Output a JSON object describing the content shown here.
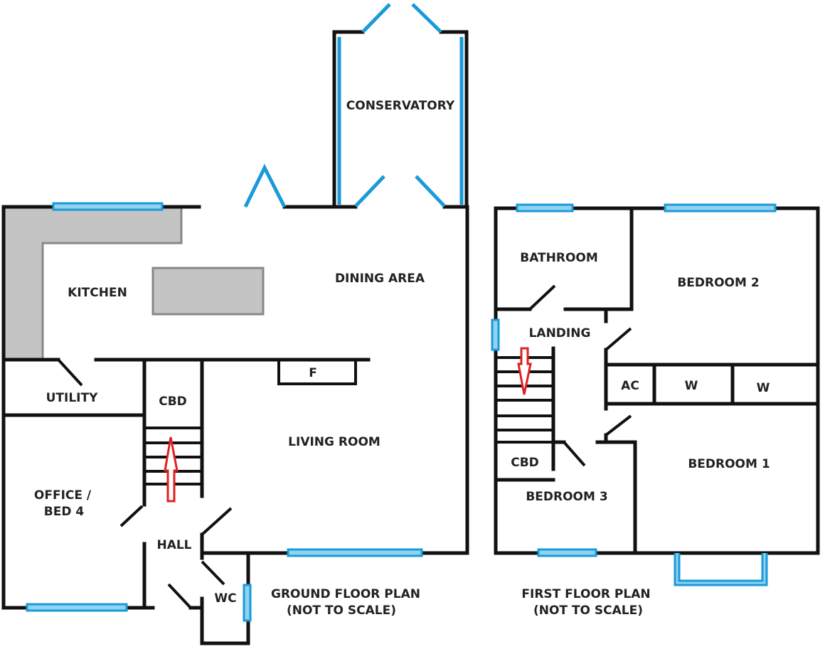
{
  "ground_floor": {
    "title": "GROUND FLOOR PLAN",
    "subtitle": "(NOT TO SCALE)",
    "rooms": {
      "conservatory": "CONSERVATORY",
      "kitchen": "KITCHEN",
      "dining": "DINING AREA",
      "utility": "UTILITY",
      "cbd": "CBD",
      "fireplace": "F",
      "living": "LIVING ROOM",
      "office_1": "OFFICE /",
      "office_2": "BED 4",
      "hall": "HALL",
      "wc": "WC"
    }
  },
  "first_floor": {
    "title": "FIRST FLOOR PLAN",
    "subtitle": "(NOT TO SCALE)",
    "rooms": {
      "bathroom": "BATHROOM",
      "bedroom2": "BEDROOM 2",
      "landing": "LANDING",
      "ac": "AC",
      "w1": "W",
      "w2": "W",
      "cbd": "CBD",
      "bedroom1": "BEDROOM 1",
      "bedroom3": "BEDROOM 3"
    }
  },
  "colors": {
    "wall": "#111111",
    "window": "#1a9ad9",
    "counter": "#c4c4c4",
    "stair_arrow": "#e02020"
  }
}
